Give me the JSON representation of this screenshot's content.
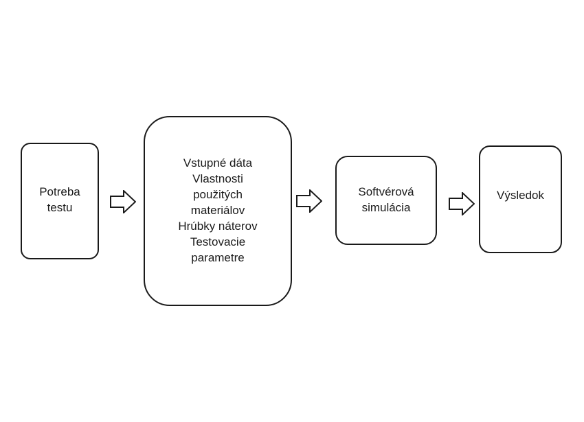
{
  "diagram": {
    "nodes": [
      {
        "id": "need",
        "label": "Potreba\ntestu"
      },
      {
        "id": "input",
        "label": "Vstupné dáta\nVlastnosti\npoužitých\nmateriálov\nHrúbky náterov\nTestovacie\nparametre"
      },
      {
        "id": "simulation",
        "label": "Softvérová\nsimulácia"
      },
      {
        "id": "result",
        "label": "Výsledok"
      }
    ],
    "edges": [
      {
        "from": "need",
        "to": "input",
        "icon": "right-arrow-icon"
      },
      {
        "from": "input",
        "to": "simulation",
        "icon": "right-arrow-icon"
      },
      {
        "from": "simulation",
        "to": "result",
        "icon": "right-arrow-icon"
      }
    ],
    "colors": {
      "stroke": "#1a1a1a",
      "fill": "#ffffff"
    }
  }
}
